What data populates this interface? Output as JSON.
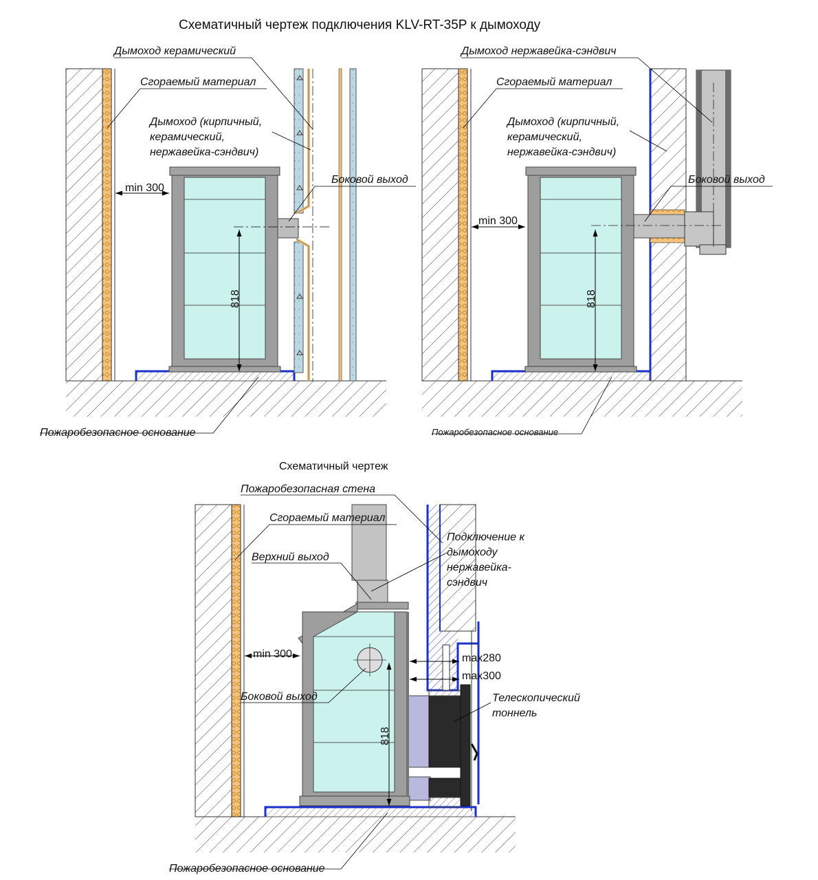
{
  "title": "Схематичный чертеж подключения KLV-RT-35P к  дымоходу",
  "subtitle": "Схематичный чертеж",
  "colors": {
    "fire_barrier": "#1b2fc9",
    "glass": "#ccf2ee",
    "frame": "#9e9e9e",
    "insulation": "#f1c07a",
    "ceramic_pipe": "#b9d6e2",
    "tunnel": "#2a2a2a",
    "telescopic_body": "#b9b9dd"
  },
  "diagram1": {
    "label_chimney": "Дымоход керамический",
    "label_combustible": "Сгораемый материал",
    "label_chimney_types": [
      "Дымоход (кирпичный,",
      "керамический,",
      "нержавейка-сэндвич)"
    ],
    "label_side_outlet": "Боковой выход",
    "dim_min": "min 300",
    "dim_height": "818",
    "label_base": "Пожаробезопасное основание"
  },
  "diagram2": {
    "label_chimney": "Дымоход нержавейка-сэндвич",
    "label_combustible": "Сгораемый материал",
    "label_chimney_types": [
      "Дымоход (кирпичный,",
      "керамический,",
      "нержавейка-сэндвич)"
    ],
    "label_side_outlet": "Боковой выход",
    "dim_min": "min 300",
    "dim_height": "818",
    "label_base": "Пожаробезопасное основание"
  },
  "diagram3": {
    "label_fire_wall": "Пожаробезопасная стена",
    "label_combustible": "Сгораемый материал",
    "label_top_outlet": "Верхний выход",
    "label_connection": [
      "Подключение к",
      "дымоходу",
      "нержавейка-",
      "сэндвич"
    ],
    "dim_min": "min 300",
    "dim_max1": "max280",
    "dim_max2": "max300",
    "label_side_outlet": "Боковой выход",
    "label_tunnel": [
      "Телескопический",
      "тоннель"
    ],
    "dim_height": "818",
    "label_base": "Пожаробезопасное основание"
  }
}
